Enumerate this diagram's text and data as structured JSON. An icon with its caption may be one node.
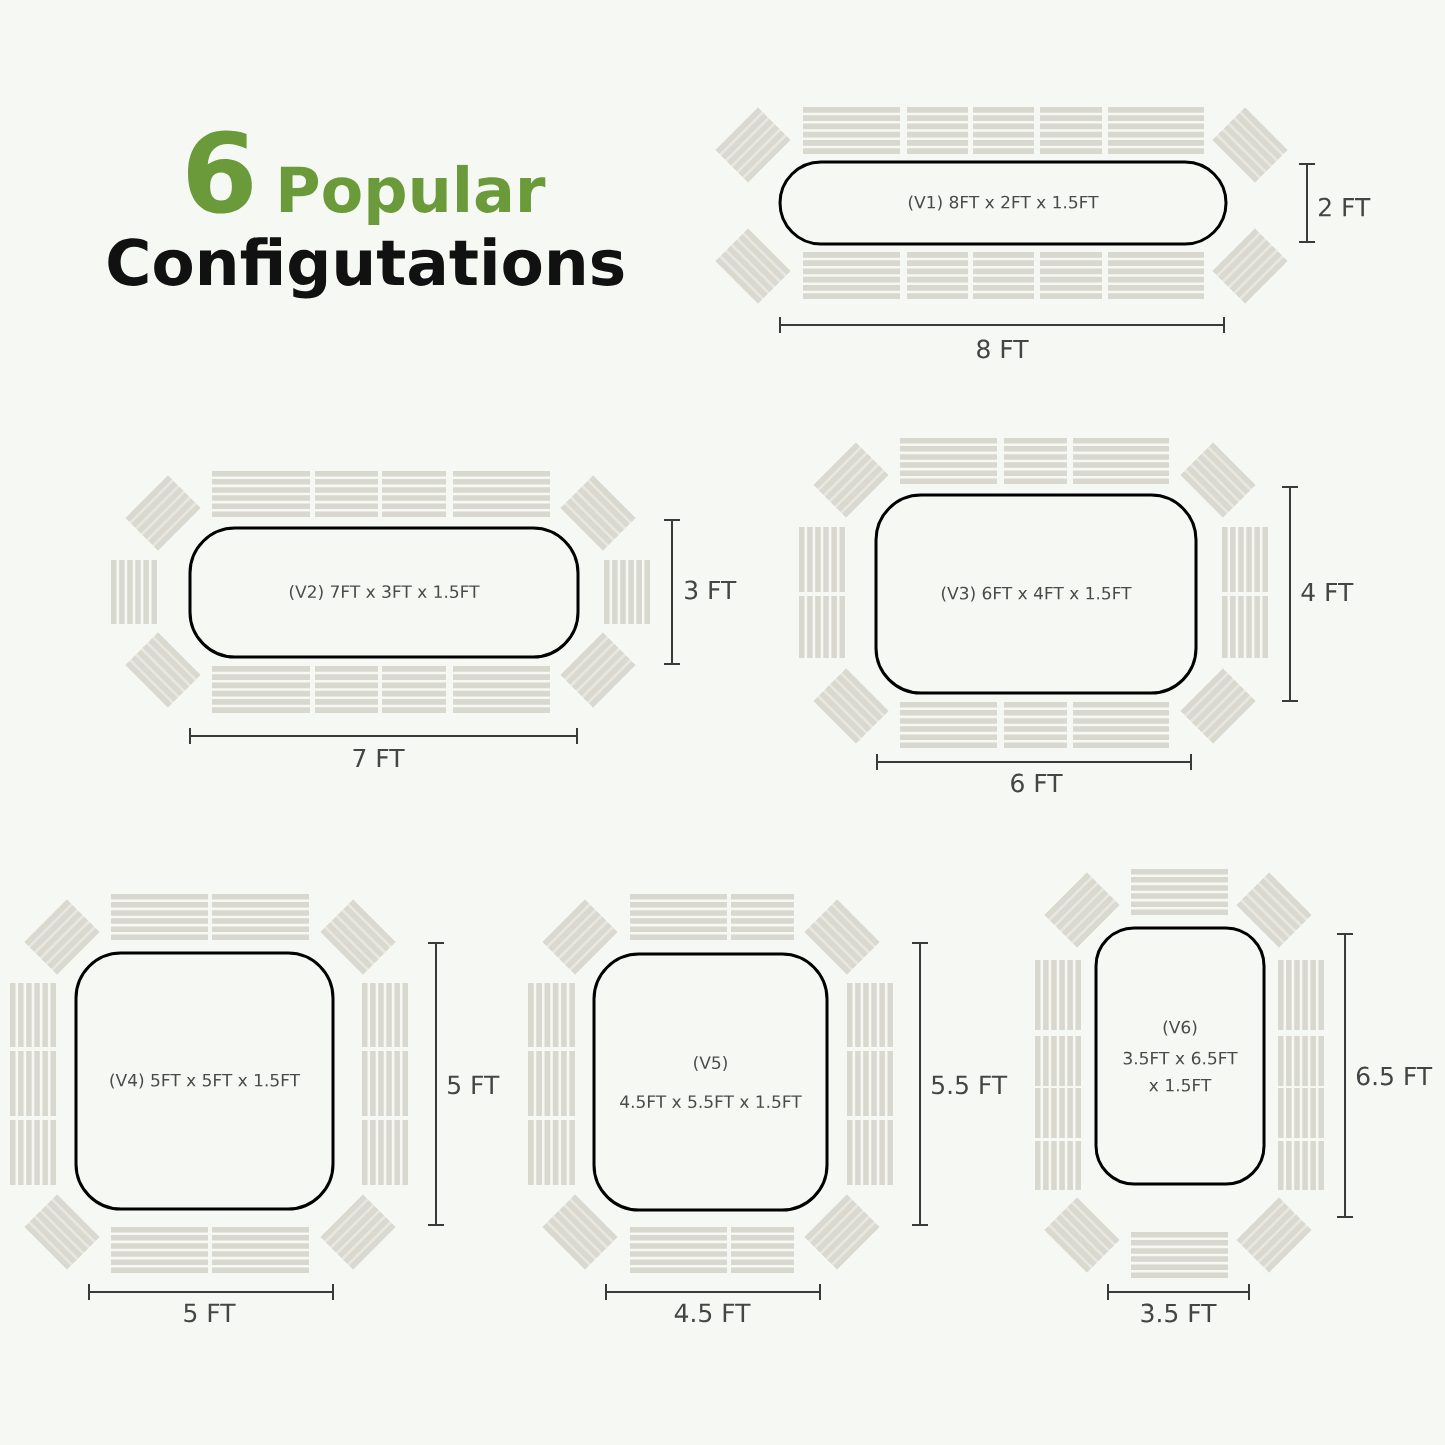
{
  "diagram": {
    "nodes": [
      {
        "text": [
          "(V1) 8FT x 2FT x 1.5FT"
        ]
      },
      {
        "text": [
          "(V2) 7FT x 3FT x 1.5FT"
        ]
      },
      {
        "text": [
          "(V3) 6FT x 4FT x 1.5FT"
        ]
      },
      {
        "text": [
          "(V4) 5FT x 5FT x 1.5FT"
        ]
      },
      {
        "text": [
          "(V5)",
          "4.5FT x 5.5FT x 1.5FT"
        ]
      },
      {
        "text": [
          "(V6)",
          "3.5FT x 6.5FT x 1.5FT"
        ]
      }
    ],
    "labels": [
      "6",
      "Popular",
      "Configutations",
      "2 FT",
      "8 FT",
      "3 FT",
      "7 FT",
      "4 FT",
      "6 FT",
      "5 FT",
      "5 FT",
      "5.5 FT",
      "4.5 FT",
      "6.5 FT",
      "3.5 FT"
    ]
  }
}
